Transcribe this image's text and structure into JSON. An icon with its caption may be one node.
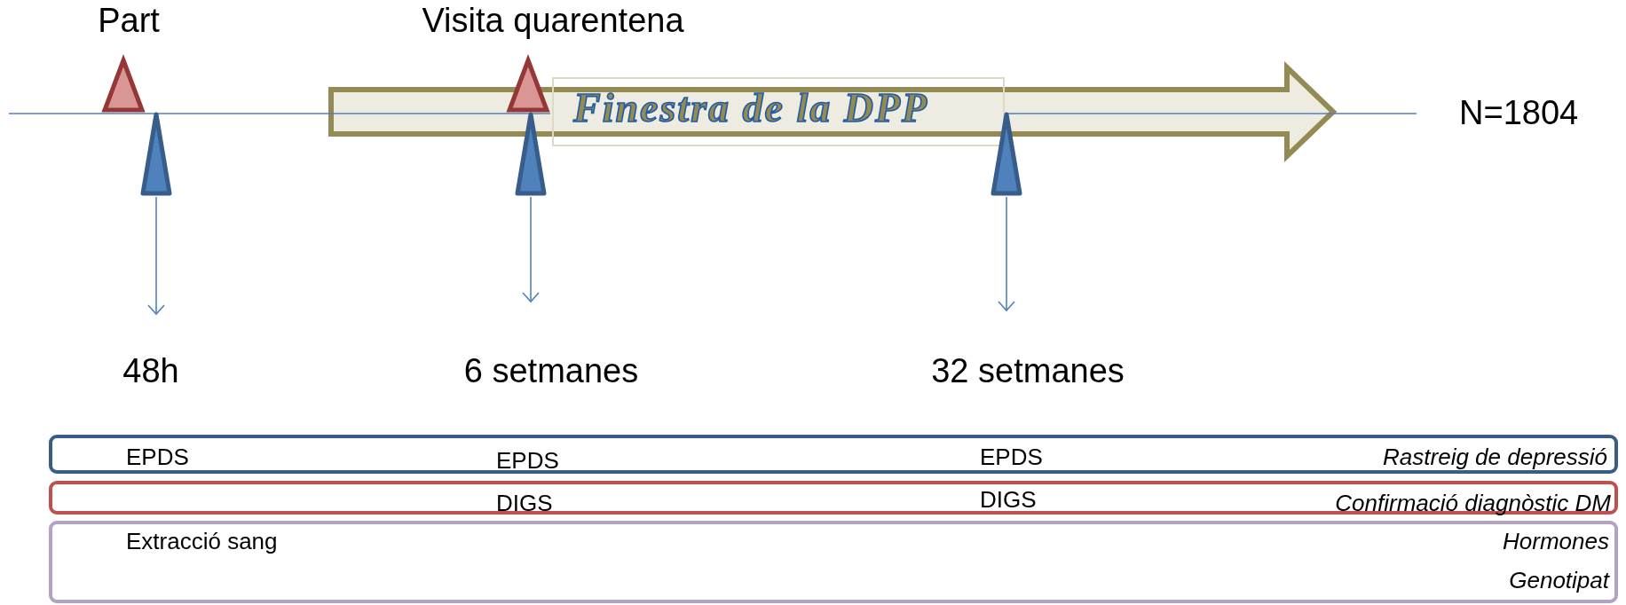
{
  "diagram": {
    "nodes": [
      {
        "text": [
          "Part"
        ]
      },
      {
        "text": [
          "Visita quarentena"
        ]
      },
      {
        "text": [
          "Finestra de la DPP"
        ]
      },
      {
        "text": [],
        "shape": "triangle"
      },
      {
        "text": [],
        "shape": "triangle"
      },
      {
        "text": [],
        "shape": "triangle"
      },
      {
        "text": [
          "48h"
        ]
      },
      {
        "text": [
          "6 setmanes"
        ]
      },
      {
        "text": [
          "32 setmanes"
        ]
      },
      {
        "text": [
          "EPDS",
          "EPDS",
          "EPDS",
          "Rastreig de depressió"
        ]
      },
      {
        "text": [
          "DIGS",
          "DIGS",
          "Confirmació diagnòstic DM"
        ]
      },
      {
        "text": [
          "Extracció sang",
          "Hormones",
          "Genotipat"
        ]
      }
    ],
    "edges": [
      {
        "from": 3,
        "to": 6,
        "arrow": "to"
      },
      {
        "from": 4,
        "to": 7,
        "arrow": "to"
      },
      {
        "from": 5,
        "to": 8,
        "arrow": "to"
      }
    ],
    "labels": [
      "N=1804"
    ]
  }
}
